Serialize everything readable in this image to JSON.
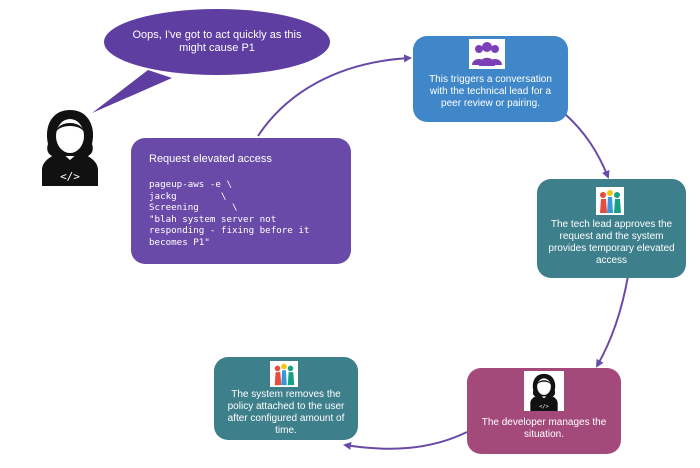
{
  "bubble": {
    "text": "Oops, I've got to act quickly as this might cause P1"
  },
  "request": {
    "title": "Request elevated access",
    "code": "pageup-aws -e \\\njackg        \\\nScreening      \\\n\"blah system server not\nresponding - fixing before it\nbecomes P1\""
  },
  "steps": [
    {
      "text": "This triggers a conversation with the technical lead for a peer review or pairing.",
      "icon": "people-group-icon",
      "color": "#3f87c9"
    },
    {
      "text": "The tech lead approves the request and the system provides temporary elevated access",
      "icon": "colorful-people-icon",
      "color": "#3d7f8b"
    },
    {
      "text": "The developer manages the situation.",
      "icon": "developer-icon",
      "color": "#a44a7a"
    },
    {
      "text": "The system removes the policy attached to the user after configured amount of time.",
      "icon": "colorful-people-icon",
      "color": "#3d7f8b"
    }
  ],
  "colors": {
    "arrow": "#6a4aa8",
    "bubble": "#5e3ea1",
    "request_box": "#6a4aa8",
    "developer_icon": "#111111"
  }
}
